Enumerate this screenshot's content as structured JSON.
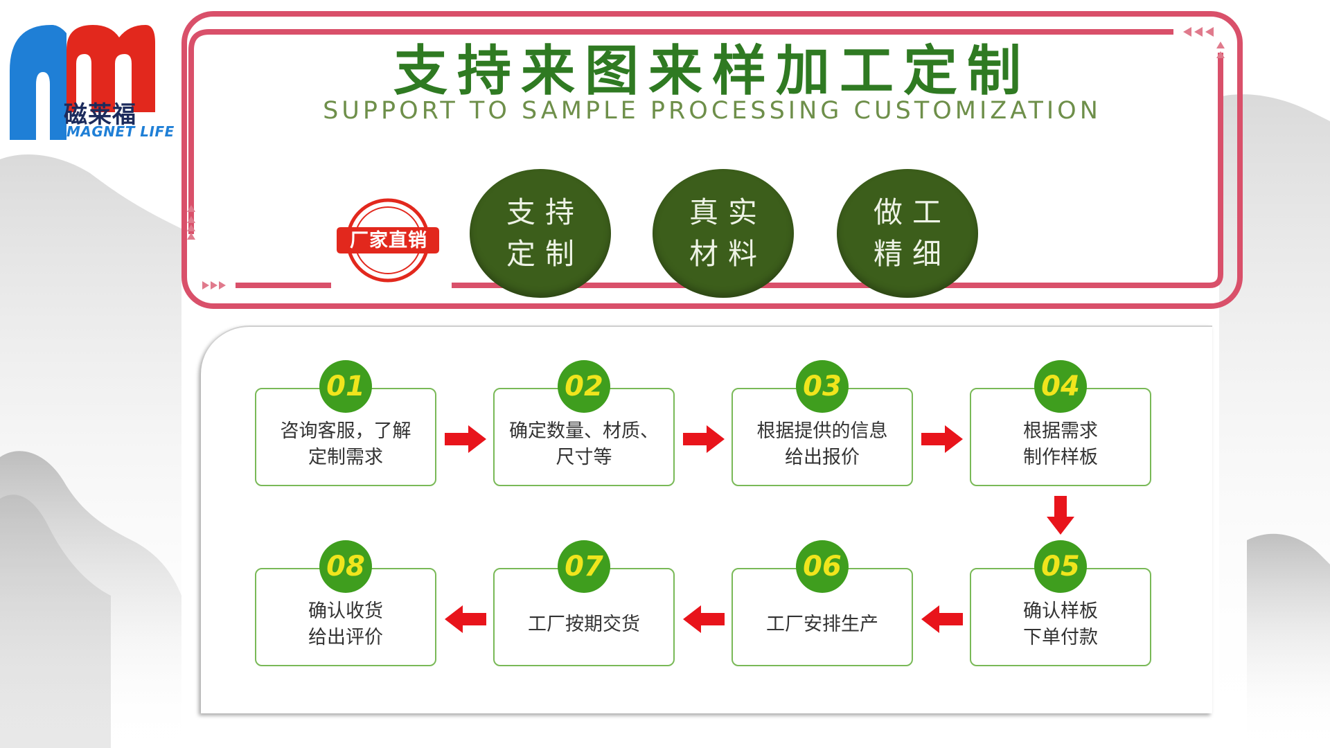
{
  "brand": {
    "name_cn": "磁莱福",
    "name_en": "MAGNET LIFE",
    "colors": {
      "blue": "#1f7fd6",
      "red": "#e2281d",
      "navy": "#1c2b5c"
    }
  },
  "banner": {
    "title": "支持来图来样加工定制",
    "subtitle": "SUPPORT TO SAMPLE PROCESSING CUSTOMIZATION",
    "stamp_label": "厂家直销",
    "frame_color": "#d9506a",
    "features": [
      {
        "line1": "支持",
        "line2": "定制"
      },
      {
        "line1": "真实",
        "line2": "材料"
      },
      {
        "line1": "做工",
        "line2": "精细"
      }
    ]
  },
  "process": {
    "steps": [
      {
        "num": "01",
        "line1": "咨询客服，了解",
        "line2": "定制需求"
      },
      {
        "num": "02",
        "line1": "确定数量、材质、",
        "line2": "尺寸等"
      },
      {
        "num": "03",
        "line1": "根据提供的信息",
        "line2": "给出报价"
      },
      {
        "num": "04",
        "line1": "根据需求",
        "line2": "制作样板"
      },
      {
        "num": "05",
        "line1": "确认样板",
        "line2": "下单付款"
      },
      {
        "num": "06",
        "line1": "工厂安排生产",
        "line2": ""
      },
      {
        "num": "07",
        "line1": "工厂按期交货",
        "line2": ""
      },
      {
        "num": "08",
        "line1": "确认收货",
        "line2": "给出评价"
      }
    ],
    "arrow_color": "#e8141b",
    "step_border_color": "#79b957",
    "number_color": "#f0e51d",
    "number_bg": "#3f9e1e"
  }
}
